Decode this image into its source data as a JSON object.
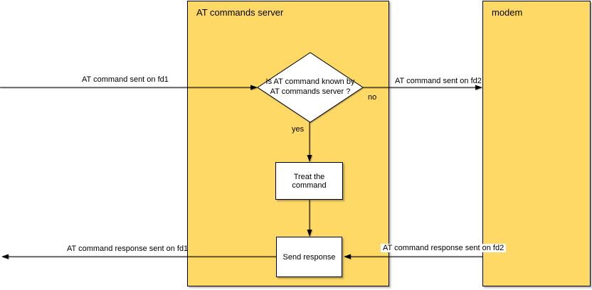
{
  "diagram": {
    "server": {
      "title": "AT commands server"
    },
    "modem": {
      "title": "modem"
    },
    "decision": {
      "label": "Is AT command known by AT commands server ?"
    },
    "process_treat": {
      "label": "Treat the command"
    },
    "process_send": {
      "label": "Send response"
    },
    "edges": {
      "cmd_fd1": "AT command sent on fd1",
      "cmd_fd2": "AT command sent on fd2",
      "resp_fd1": "AT command response sent on fd1",
      "resp_fd2": "AT command response sent on fd2",
      "yes_label": "yes",
      "no_label": "no"
    },
    "colors": {
      "container_fill": "#FFD966",
      "container_border": "#000000",
      "node_fill": "#FFFFFF",
      "node_border": "#000000",
      "line": "#000000"
    }
  }
}
